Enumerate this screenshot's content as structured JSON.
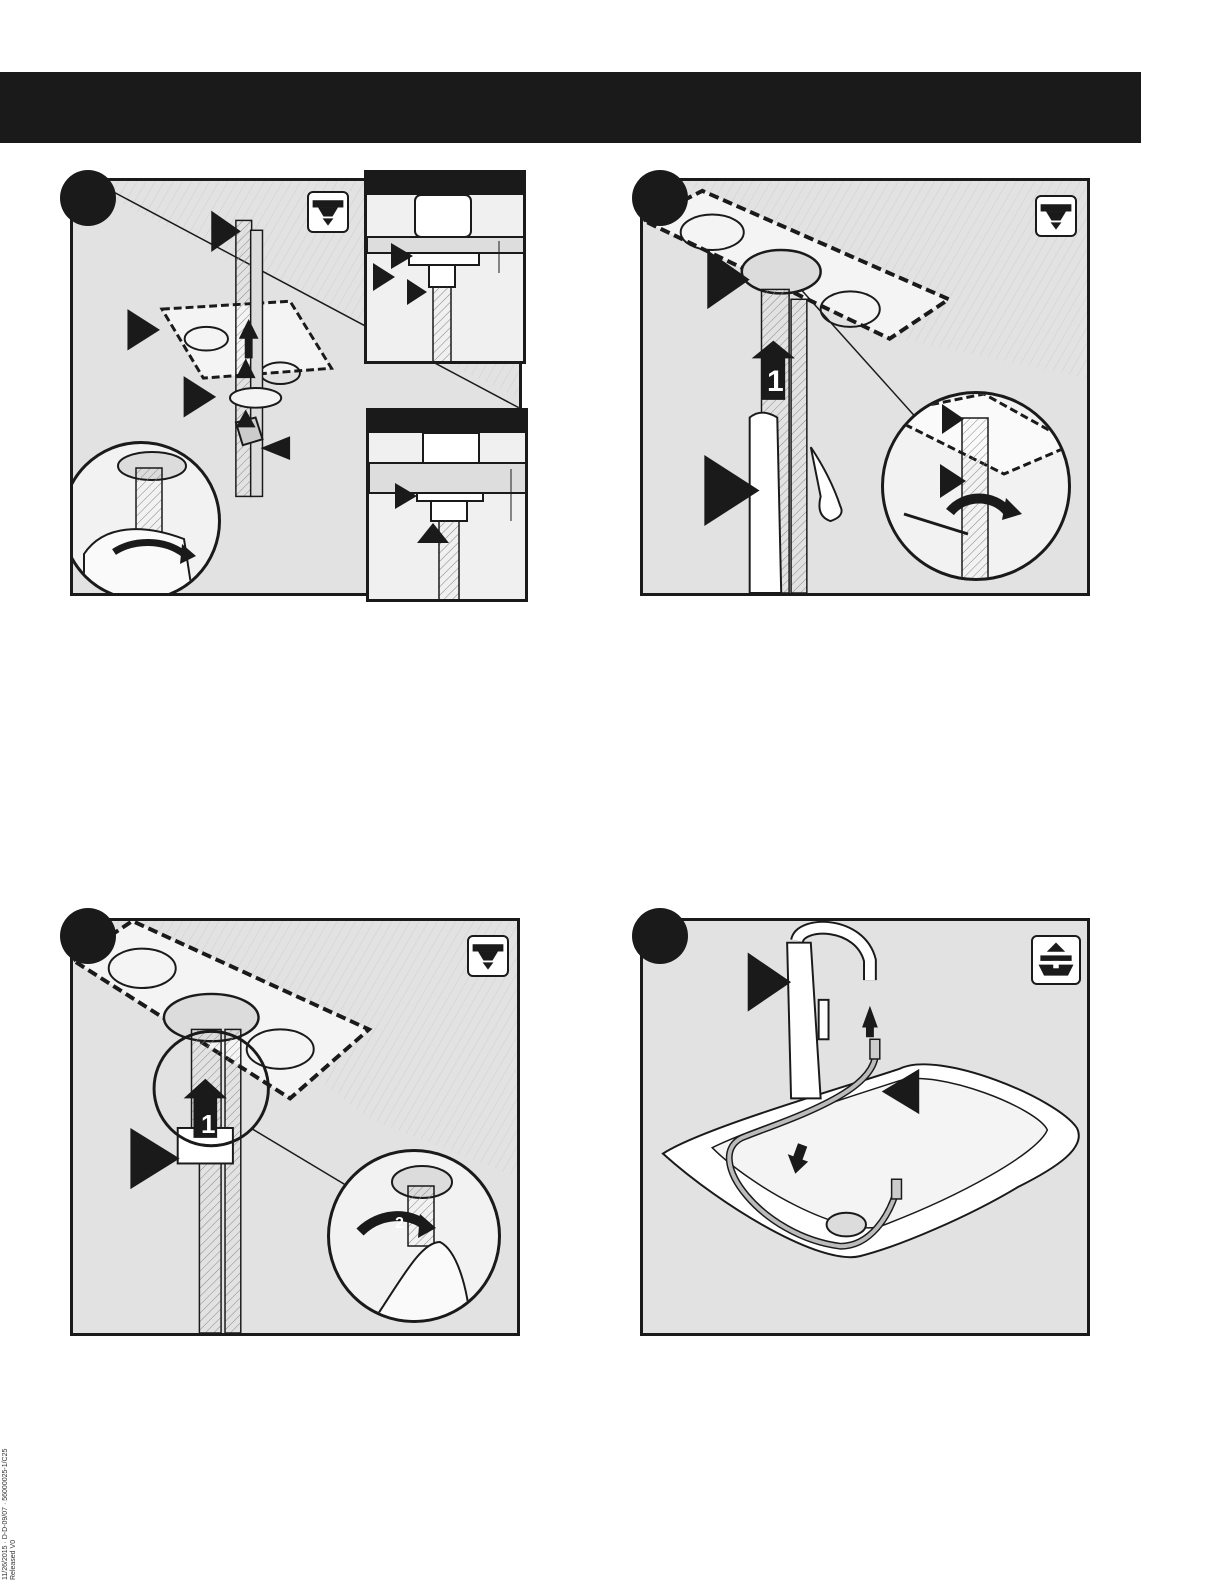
{
  "document": {
    "header_bar_color": "#1a1a1a",
    "panel_background": "#e2e2e2"
  },
  "steps": [
    {
      "icon": "under-sink-icon",
      "callout_number": ""
    },
    {
      "icon": "under-sink-icon",
      "callout_number": "1"
    },
    {
      "icon": "under-sink-icon",
      "callout_numbers": [
        "1",
        "2"
      ]
    },
    {
      "icon": "above-sink-icon",
      "callout_number": ""
    }
  ],
  "callouts": {
    "step2_number": "1",
    "step3_number_1": "1",
    "step3_number_2": "2"
  },
  "footer": {
    "line1": "11/26/2015 · D-D-09/07 · 56000025-1/C25",
    "line2": "Released V0"
  }
}
